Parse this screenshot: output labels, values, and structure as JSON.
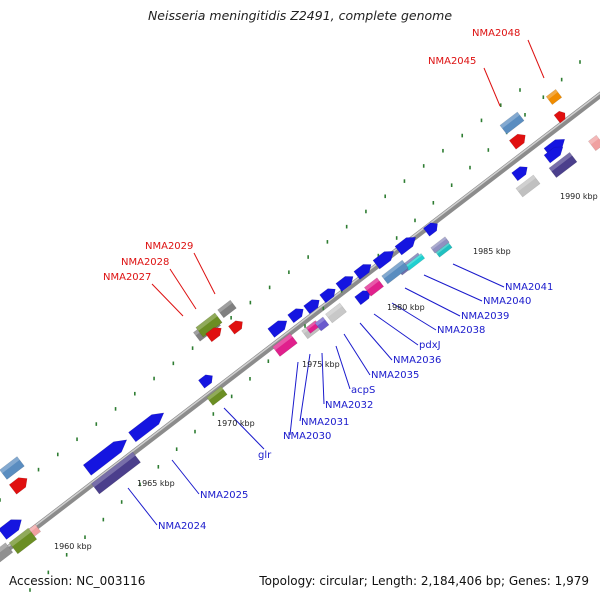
{
  "title": "Neisseria meningitidis Z2491, complete genome",
  "footer": {
    "accession": "Accession: NC_003116",
    "summary": "Topology: circular; Length: 2,184,406 bp; Genes: 1,979"
  },
  "colors": {
    "backbone": "#8f8f8f",
    "label_blue": "#1a1acc",
    "label_red": "#dd1111",
    "tick": "#2e7d32"
  },
  "scale_labels": [
    {
      "kbp": 1960,
      "text": "1960 kbp"
    },
    {
      "kbp": 1965,
      "text": "1965 kbp"
    },
    {
      "kbp": 1970,
      "text": "1970 kbp"
    },
    {
      "kbp": 1975,
      "text": "1975 kbp"
    },
    {
      "kbp": 1980,
      "text": "1980 kbp"
    },
    {
      "kbp": 1985,
      "text": "1985 kbp"
    },
    {
      "kbp": 1990,
      "text": "1990 kbp"
    }
  ],
  "gene_labels": [
    {
      "text": "NMA2048",
      "color": "red"
    },
    {
      "text": "NMA2045",
      "color": "red"
    },
    {
      "text": "NMA2029",
      "color": "red"
    },
    {
      "text": "NMA2028",
      "color": "red"
    },
    {
      "text": "NMA2027",
      "color": "red"
    },
    {
      "text": "NMA2041",
      "color": "blue"
    },
    {
      "text": "NMA2040",
      "color": "blue"
    },
    {
      "text": "NMA2039",
      "color": "blue"
    },
    {
      "text": "NMA2038",
      "color": "blue"
    },
    {
      "text": "pdxJ",
      "color": "blue"
    },
    {
      "text": "NMA2036",
      "color": "blue"
    },
    {
      "text": "NMA2035",
      "color": "blue"
    },
    {
      "text": "acpS",
      "color": "blue"
    },
    {
      "text": "NMA2032",
      "color": "blue"
    },
    {
      "text": "NMA2031",
      "color": "blue"
    },
    {
      "text": "NMA2030",
      "color": "blue"
    },
    {
      "text": "glr",
      "color": "blue"
    },
    {
      "text": "NMA2025",
      "color": "blue"
    },
    {
      "text": "NMA2024",
      "color": "blue"
    }
  ]
}
